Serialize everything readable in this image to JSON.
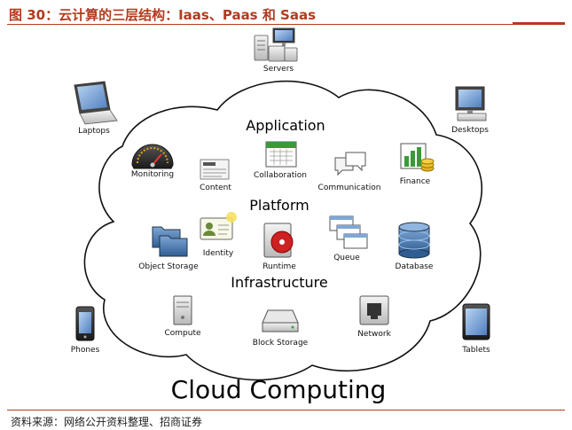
{
  "figure": {
    "title": "图 30：云计算的三层结构：Iaas、Paas 和 Saas",
    "source": "资料来源：网络公开资料整理、招商证券",
    "main_label": "Cloud Computing",
    "colors": {
      "title": "#b23b1e",
      "rule": "#b23b1e"
    }
  },
  "outside": {
    "servers": "Servers",
    "laptops": "Laptops",
    "desktops": "Desktops",
    "phones": "Phones",
    "tablets": "Tablets"
  },
  "layers": {
    "application": {
      "title": "Application",
      "items": {
        "monitoring": "Monitoring",
        "content": "Content",
        "collaboration": "Collaboration",
        "communication": "Communication",
        "finance": "Finance"
      }
    },
    "platform": {
      "title": "Platform",
      "items": {
        "object_storage": "Object Storage",
        "identity": "Identity",
        "runtime": "Runtime",
        "queue": "Queue",
        "database": "Database"
      }
    },
    "infrastructure": {
      "title": "Infrastructure",
      "items": {
        "compute": "Compute",
        "block_storage": "Block Storage",
        "network": "Network"
      }
    }
  }
}
